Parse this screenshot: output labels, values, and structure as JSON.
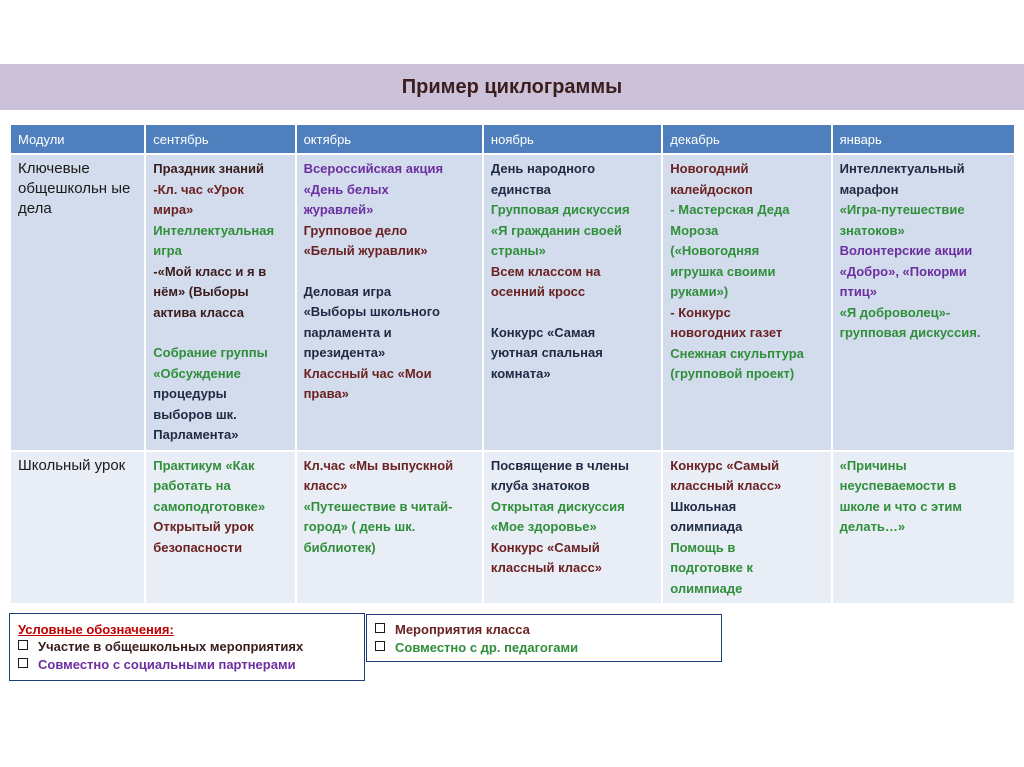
{
  "title": "Пример циклограммы",
  "columns": [
    "Модули",
    "сентябрь",
    "октябрь",
    "ноябрь",
    "декабрь",
    "январь"
  ],
  "rows": [
    {
      "module": "Ключевые общешкольн ые дела",
      "cells": [
        [
          {
            "t": "Праздник знаний",
            "c": "dark"
          },
          {
            "t": "-Кл. час «Урок",
            "c": "red"
          },
          {
            "t": "мира»",
            "c": "red"
          },
          {
            "t": "Интеллектуальная",
            "c": "green"
          },
          {
            "t": "игра",
            "c": "green"
          },
          {
            "t": "-«Мой класс и я в",
            "c": "dark"
          },
          {
            "t": "нём» (Выборы",
            "c": "dark"
          },
          {
            "t": "актива класса",
            "c": "dark"
          },
          {
            "t": "",
            "c": "gap"
          },
          {
            "t": "Собрание группы",
            "c": "green"
          },
          {
            "t": "«Обсуждение",
            "c": "green"
          },
          {
            "t": "процедуры",
            "c": "navy"
          },
          {
            "t": "выборов шк.",
            "c": "navy"
          },
          {
            "t": "Парламента»",
            "c": "navy"
          }
        ],
        [
          {
            "t": "Всероссийская акция",
            "c": "purple"
          },
          {
            "t": "«День белых",
            "c": "purple"
          },
          {
            "t": "журавлей»",
            "c": "purple"
          },
          {
            "t": "Групповое дело",
            "c": "red"
          },
          {
            "t": "«Белый журавлик»",
            "c": "red"
          },
          {
            "t": "",
            "c": "gap"
          },
          {
            "t": "Деловая игра",
            "c": "navy"
          },
          {
            "t": "«Выборы школьного",
            "c": "navy"
          },
          {
            "t": "парламента и",
            "c": "navy"
          },
          {
            "t": "президента»",
            "c": "navy"
          },
          {
            "t": "Классный час «Мои",
            "c": "red"
          },
          {
            "t": "права»",
            "c": "red"
          }
        ],
        [
          {
            "t": "День народного",
            "c": "navy"
          },
          {
            "t": "единства",
            "c": "navy"
          },
          {
            "t": "Групповая дискуссия",
            "c": "green"
          },
          {
            "t": "«Я гражданин своей",
            "c": "green"
          },
          {
            "t": "страны»",
            "c": "green"
          },
          {
            "t": "Всем классом на",
            "c": "red"
          },
          {
            "t": "осенний кросс",
            "c": "red"
          },
          {
            "t": "",
            "c": "gap"
          },
          {
            "t": "Конкурс «Самая",
            "c": "navy"
          },
          {
            "t": "уютная спальная",
            "c": "navy"
          },
          {
            "t": "комната»",
            "c": "navy"
          }
        ],
        [
          {
            "t": "Новогодний",
            "c": "red"
          },
          {
            "t": "калейдоскоп",
            "c": "red"
          },
          {
            "t": "- Мастерская Деда",
            "c": "green"
          },
          {
            "t": "Мороза",
            "c": "green"
          },
          {
            "t": "(«Новогодняя",
            "c": "green"
          },
          {
            "t": "игрушка своими",
            "c": "green"
          },
          {
            "t": "руками»)",
            "c": "green"
          },
          {
            "t": "- Конкурс",
            "c": "red"
          },
          {
            "t": "новогодних газет",
            "c": "red"
          },
          {
            "t": "Снежная скульптура",
            "c": "green"
          },
          {
            "t": "(групповой проект)",
            "c": "green"
          }
        ],
        [
          {
            "t": "Интеллектуальный",
            "c": "navy"
          },
          {
            "t": "марафон",
            "c": "navy"
          },
          {
            "t": "«Игра-путешествие",
            "c": "green"
          },
          {
            "t": "знатоков»",
            "c": "green"
          },
          {
            "t": "Волонтерские акции",
            "c": "purple"
          },
          {
            "t": "«Добро», «Покорми",
            "c": "purple"
          },
          {
            "t": "птиц»",
            "c": "purple"
          },
          {
            "t": "«Я доброволец»-",
            "c": "green"
          },
          {
            "t": "групповая дискуссия.",
            "c": "green"
          }
        ]
      ]
    },
    {
      "module": "Школьный урок",
      "cells": [
        [
          {
            "t": "Практикум «Как",
            "c": "green"
          },
          {
            "t": "работать на",
            "c": "green"
          },
          {
            "t": "самоподготовке»",
            "c": "green"
          },
          {
            "t": "Открытый урок",
            "c": "red"
          },
          {
            "t": "безопасности",
            "c": "red"
          }
        ],
        [
          {
            "t": "Кл.час «Мы выпускной",
            "c": "red"
          },
          {
            "t": "класс»",
            "c": "red"
          },
          {
            "t": "«Путешествие в читай-",
            "c": "green"
          },
          {
            "t": "город» ( день шк.",
            "c": "green"
          },
          {
            "t": "библиотек)",
            "c": "green"
          }
        ],
        [
          {
            "t": "Посвящение в члены",
            "c": "navy"
          },
          {
            "t": "клуба знатоков",
            "c": "navy"
          },
          {
            "t": "Открытая дискуссия",
            "c": "green"
          },
          {
            "t": "«Мое здоровье»",
            "c": "green"
          },
          {
            "t": "Конкурс «Самый",
            "c": "red"
          },
          {
            "t": "классный класс»",
            "c": "red"
          }
        ],
        [
          {
            "t": "Конкурс «Самый",
            "c": "red"
          },
          {
            "t": "классный класс»",
            "c": "red"
          },
          {
            "t": "Школьная",
            "c": "navy"
          },
          {
            "t": "олимпиада",
            "c": "navy"
          },
          {
            "t": "Помощь в",
            "c": "green"
          },
          {
            "t": "подготовке к",
            "c": "green"
          },
          {
            "t": "олимпиаде",
            "c": "green"
          }
        ],
        [
          {
            "t": "«Причины",
            "c": "green"
          },
          {
            "t": "неуспеваемости в",
            "c": "green"
          },
          {
            "t": "школе и что с этим",
            "c": "green"
          },
          {
            "t": "делать…»",
            "c": "green"
          }
        ]
      ]
    }
  ],
  "legend": {
    "title": "Условные обозначения:",
    "left": [
      {
        "t": "Участие в общешкольных мероприятиях",
        "c": "dark"
      },
      {
        "t": "Совместно с социальными партнерами",
        "c": "purple"
      }
    ],
    "right": [
      {
        "t": "Мероприятия класса",
        "c": "red"
      },
      {
        "t": "Совместно с др. педагогами",
        "c": "green"
      }
    ]
  },
  "colors": {
    "dark": "#3a1d1d",
    "green": "#2f8f3a",
    "purple": "#6b2fa0",
    "navy": "#1f2a44",
    "red": "#6b2222",
    "header_bg": "#4f80bd",
    "cell_bg": "#d3dcec",
    "title_band": "#cbc2d9"
  }
}
